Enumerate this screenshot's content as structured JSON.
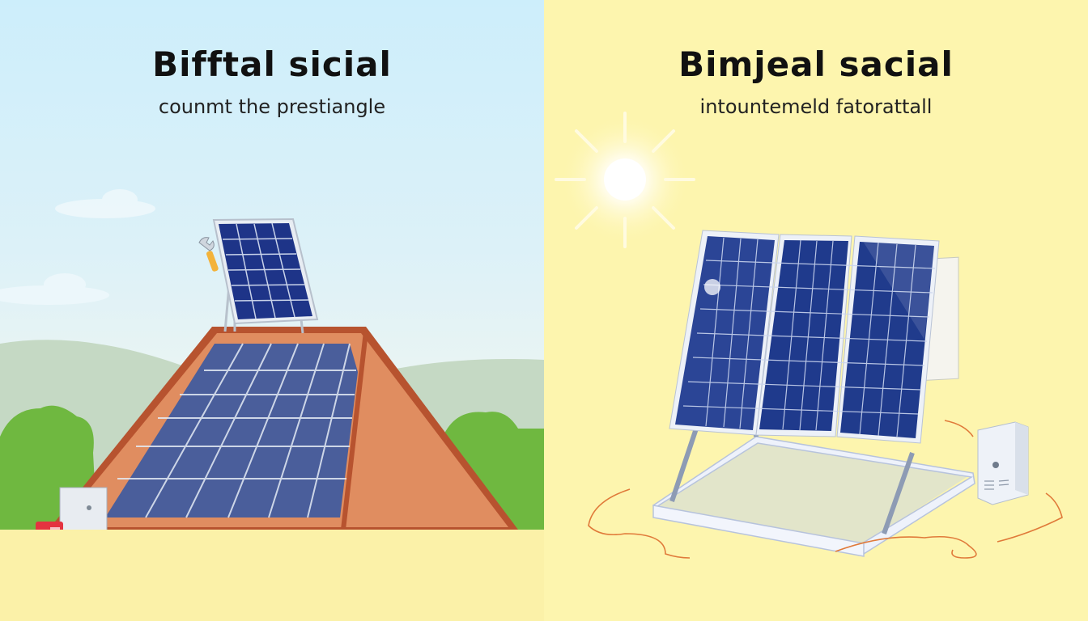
{
  "left_panel": {
    "title": "Bifftal sicial",
    "subtitle": "counmt the prestiangle",
    "colors": {
      "sky": "#cdeefb",
      "hill": "#c6d8c6",
      "tree": "#6fb840",
      "roof": "#d98a5c",
      "panel": "#3c4f8e",
      "ground": "#fbf1a8"
    }
  },
  "right_panel": {
    "title": "Bimjeal sacial",
    "subtitle": "intountemeld fatorattall",
    "colors": {
      "background": "#fdf5ae",
      "panel": "#243f8c",
      "sun": "#ffffff",
      "frame": "#e6eefa",
      "cable": "#e07a3a"
    }
  }
}
